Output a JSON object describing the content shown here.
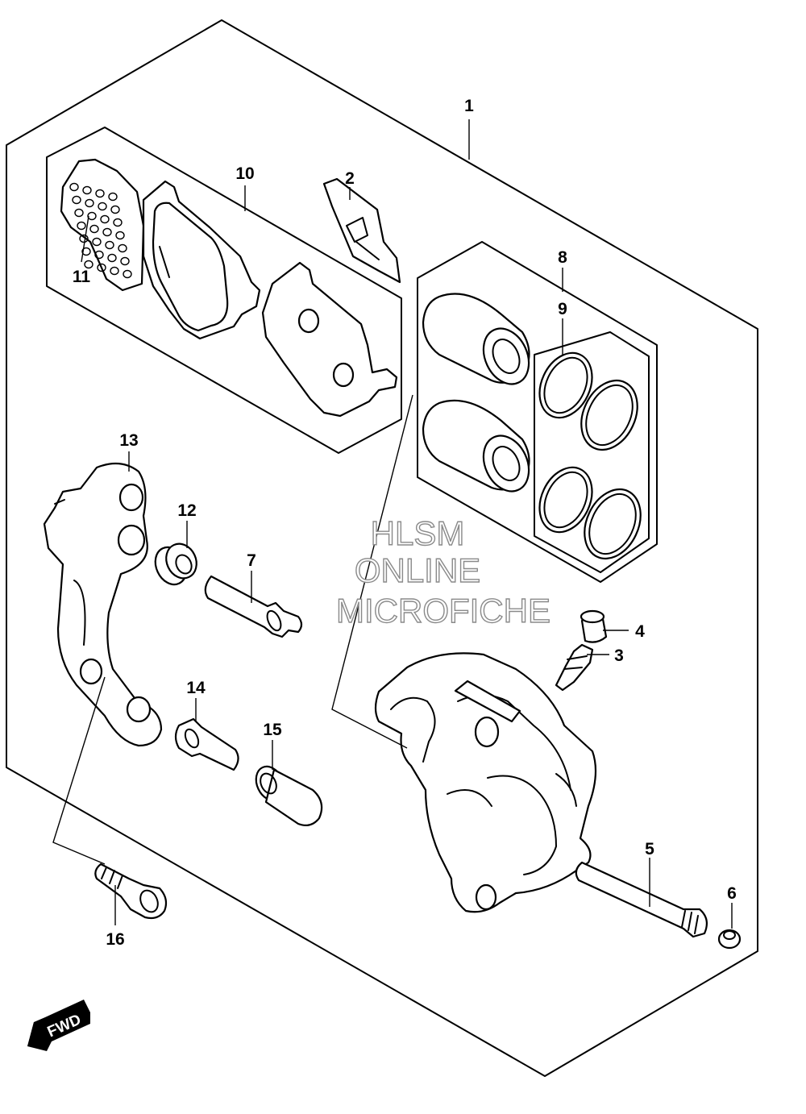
{
  "watermark": {
    "line1": "HLSM",
    "line2": "ONLINE",
    "line3": "MICROFICHE"
  },
  "direction_badge": "FWD",
  "callouts": [
    "1",
    "2",
    "3",
    "4",
    "5",
    "6",
    "7",
    "8",
    "9",
    "10",
    "11",
    "12",
    "13",
    "14",
    "15",
    "16"
  ]
}
